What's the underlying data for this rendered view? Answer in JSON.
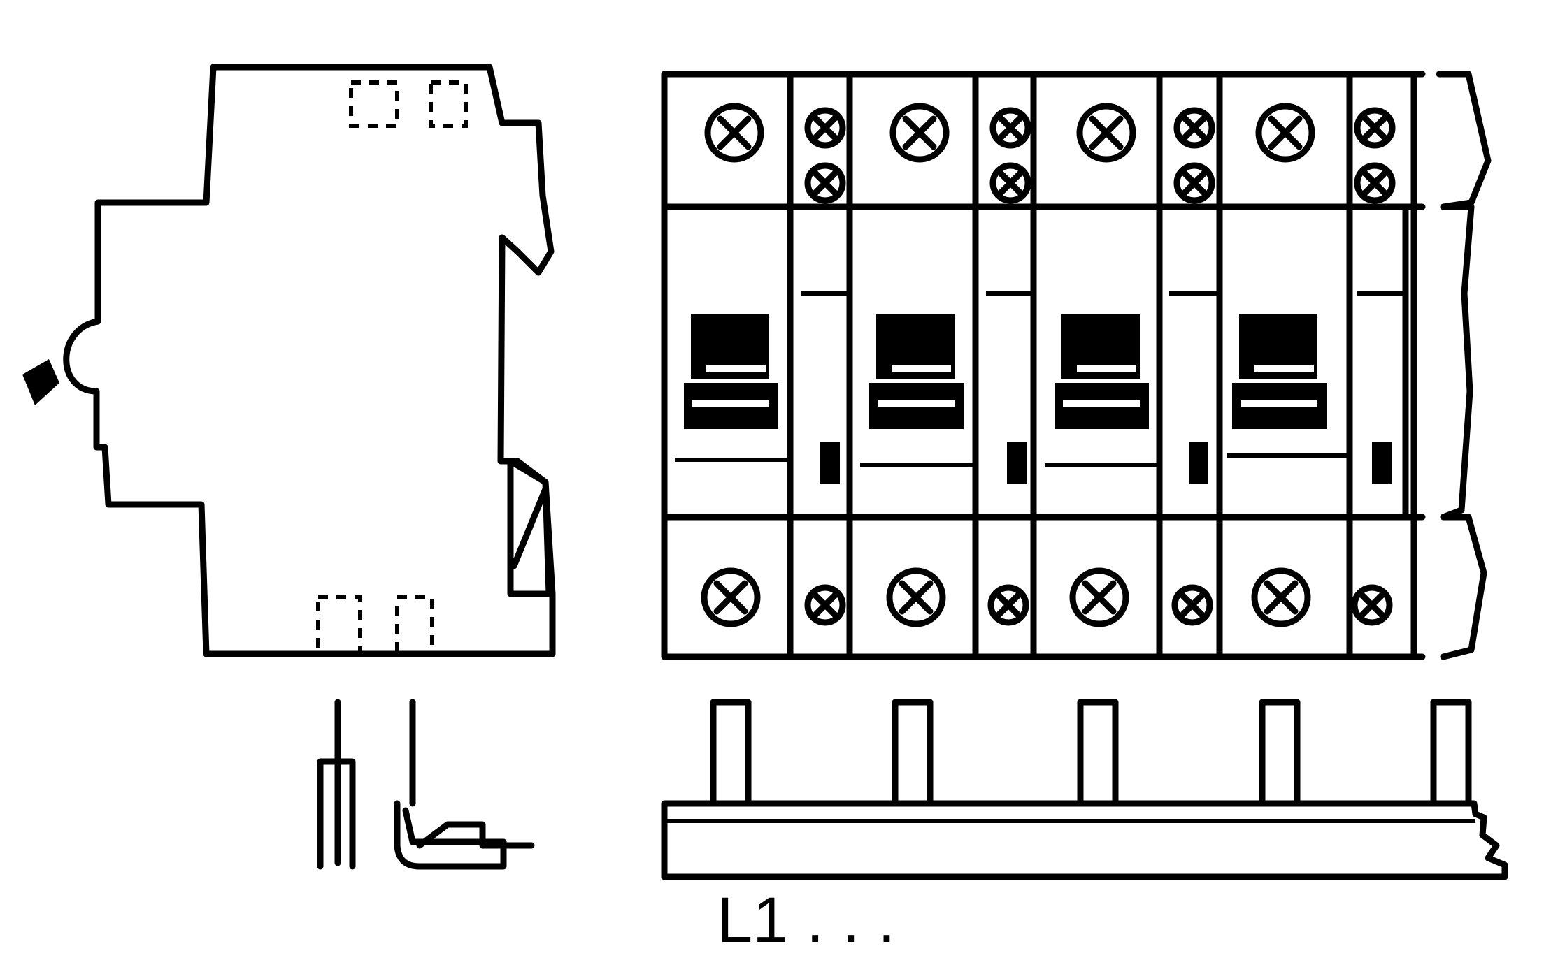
{
  "diagram": {
    "busbar_label": "L1 . . .",
    "breaker_count": 4,
    "busbar_pin_count": 5,
    "line_color": "#000000",
    "background_color": "#ffffff"
  }
}
